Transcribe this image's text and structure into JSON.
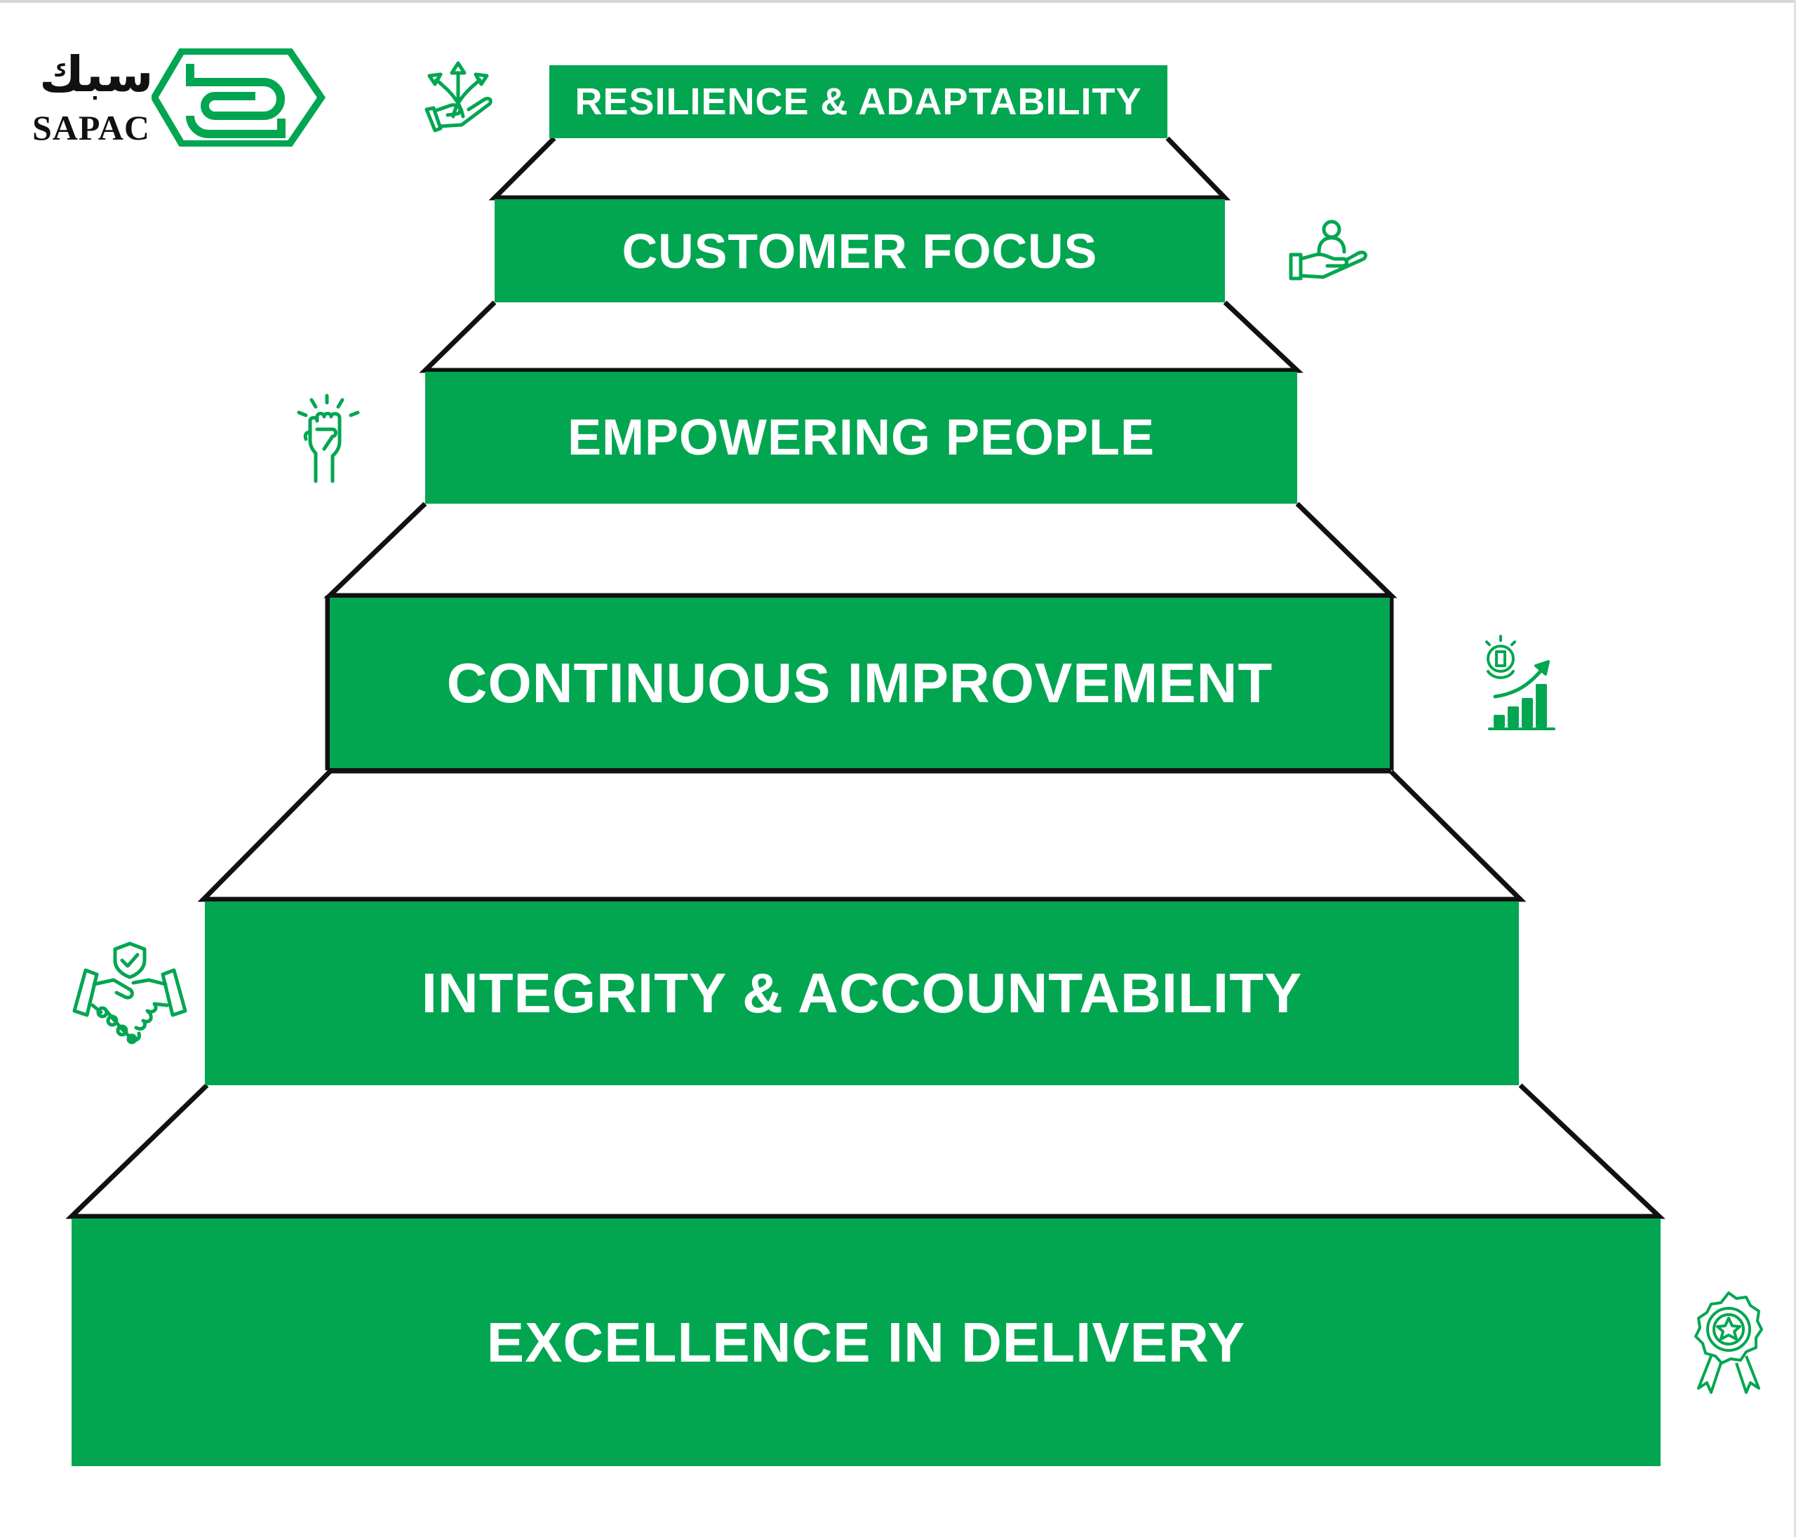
{
  "logo": {
    "arabic": "سبك",
    "latin": "SAPAC",
    "brand_color": "#02a651"
  },
  "steps": [
    {
      "label": "RESILIENCE & ADAPTABILITY",
      "icon": "hand-arrows-icon"
    },
    {
      "label": "CUSTOMER FOCUS",
      "icon": "hand-person-icon"
    },
    {
      "label": "EMPOWERING PEOPLE",
      "icon": "raised-fist-icon"
    },
    {
      "label": "CONTINUOUS IMPROVEMENT",
      "icon": "growth-chart-lightbulb-icon"
    },
    {
      "label": "INTEGRITY & ACCOUNTABILITY",
      "icon": "handshake-shield-icon"
    },
    {
      "label": "EXCELLENCE IN DELIVERY",
      "icon": "award-ribbon-icon"
    }
  ],
  "colors": {
    "step_fill": "#02a651",
    "step_text": "#ffffff",
    "outline": "#111111"
  }
}
